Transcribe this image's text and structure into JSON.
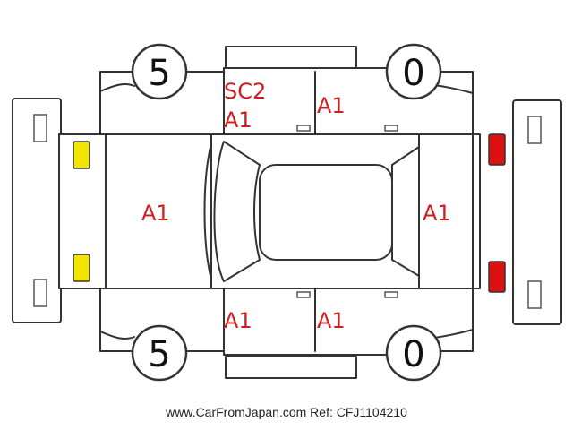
{
  "tires": {
    "front_left": "5",
    "rear_left": "0",
    "front_right": "5",
    "rear_right": "0"
  },
  "damage_labels": {
    "left_front_door": "SC2",
    "left_front_door_2": "A1",
    "left_rear_door": "A1",
    "hood": "A1",
    "trunk": "A1",
    "right_front_door": "A1",
    "right_rear_door": "A1"
  },
  "footer": {
    "source": "www.CarFromJapan.com",
    "ref": "Ref: CFJ1104210"
  },
  "colors": {
    "outline": "#333333",
    "damage_text": "#cc1f1f",
    "front_lamp": "#f2e600",
    "rear_lamp": "#dd1111"
  }
}
